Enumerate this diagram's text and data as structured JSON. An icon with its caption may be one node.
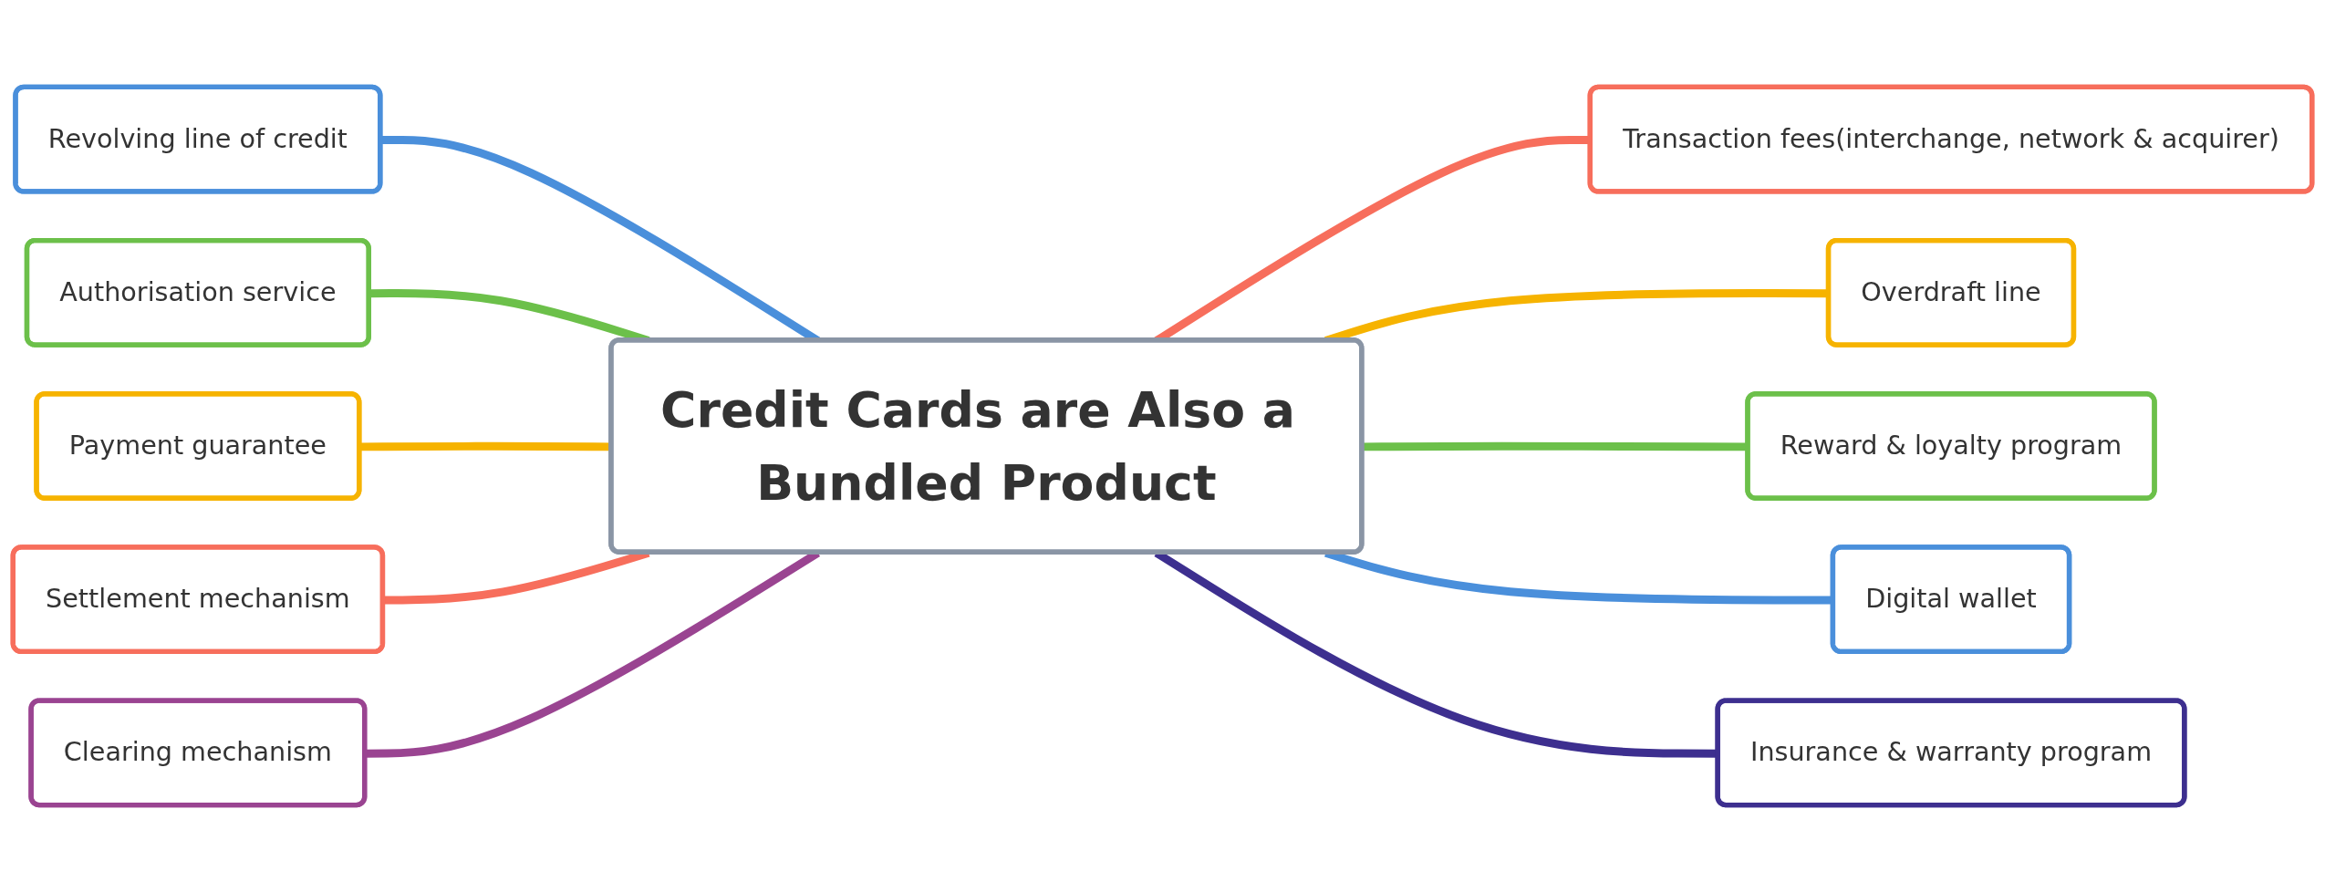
{
  "diagram": {
    "nodes": [
      {
        "text": [
          "Revolving line of credit"
        ]
      },
      {
        "text": [
          "Authorisation service"
        ]
      },
      {
        "text": [
          "Payment guarantee"
        ]
      },
      {
        "text": [
          "Settlement mechanism"
        ]
      },
      {
        "text": [
          "Clearing mechanism"
        ]
      },
      {
        "text": [
          "Credit Cards are Also a Bundled Product"
        ]
      },
      {
        "text": [
          "Transaction fees(interchange, network & acquirer)"
        ]
      },
      {
        "text": [
          "Overdraft line"
        ]
      },
      {
        "text": [
          "Reward & loyalty program"
        ]
      },
      {
        "text": [
          "Digital wallet"
        ]
      },
      {
        "text": [
          "Insurance & warranty program"
        ]
      }
    ],
    "edges": [
      {
        "from": 0,
        "to": 5,
        "arrow": "none",
        "color": "#4a8fdb"
      },
      {
        "from": 1,
        "to": 5,
        "arrow": "none",
        "color": "#6cc04a"
      },
      {
        "from": 2,
        "to": 5,
        "arrow": "none",
        "color": "#f6b300"
      },
      {
        "from": 3,
        "to": 5,
        "arrow": "none",
        "color": "#f76e5c"
      },
      {
        "from": 4,
        "to": 5,
        "arrow": "none",
        "color": "#9a4491"
      },
      {
        "from": 5,
        "to": 6,
        "arrow": "none",
        "color": "#f76e5c"
      },
      {
        "from": 5,
        "to": 7,
        "arrow": "none",
        "color": "#f6b300"
      },
      {
        "from": 5,
        "to": 8,
        "arrow": "none",
        "color": "#6cc04a"
      },
      {
        "from": 5,
        "to": 9,
        "arrow": "none",
        "color": "#4a8fdb"
      },
      {
        "from": 5,
        "to": 10,
        "arrow": "none",
        "color": "#3d2f8f"
      }
    ]
  }
}
